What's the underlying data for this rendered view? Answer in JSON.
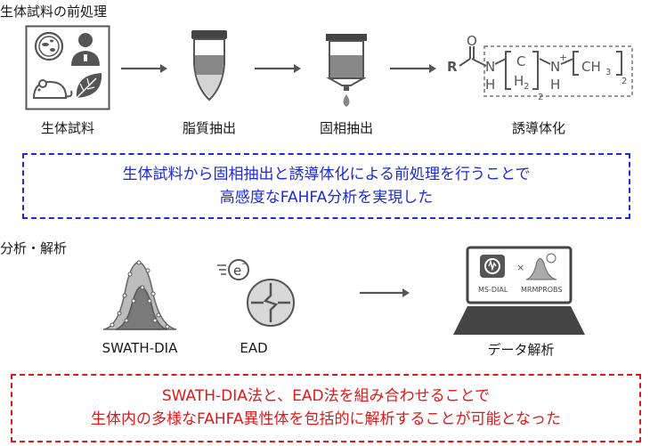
{
  "section1": {
    "title": "生体試料の前処理",
    "steps": [
      {
        "label": "生体試料",
        "icon": "biological-sample-icon"
      },
      {
        "label": "脂質抽出",
        "icon": "extraction-tube-icon"
      },
      {
        "label": "固相抽出",
        "icon": "spe-cartridge-icon"
      },
      {
        "label": "誘導体化",
        "icon": "derivatization-structure-icon"
      }
    ],
    "summary_line1": "生体試料から固相抽出と誘導体化による前処理を行うことで",
    "summary_line2": "高感度なFAHFA分析を実現した"
  },
  "structure": {
    "r": "R",
    "o": "O",
    "n1": "N",
    "h1": "H",
    "c": "C",
    "h2": "H",
    "sub2a": "2",
    "n2": "N",
    "plus": "+",
    "h3": "H",
    "ch3": "CH",
    "sub3": "3",
    "sub2b": "2"
  },
  "section2": {
    "title": "分析・解析",
    "items": [
      {
        "label": "SWATH-DIA",
        "icon": "swath-peaks-icon"
      },
      {
        "label": "EAD",
        "icon": "electron-activated-dissociation-icon"
      },
      {
        "label": "データ解析",
        "icon": "laptop-analysis-icon"
      }
    ],
    "electron_symbol": "e",
    "electron_charge": "−",
    "software": [
      "MS-DIAL",
      "MRMPROBS"
    ],
    "times": "×",
    "summary_line1": "SWATH-DIA法と、EAD法を組み合わせることで",
    "summary_line2": "生体内の多様なFAHFA異性体を包括的に解析することが可能となった"
  },
  "colors": {
    "blue": "#1c2bd6",
    "red": "#e01818",
    "gray": "#888888"
  }
}
